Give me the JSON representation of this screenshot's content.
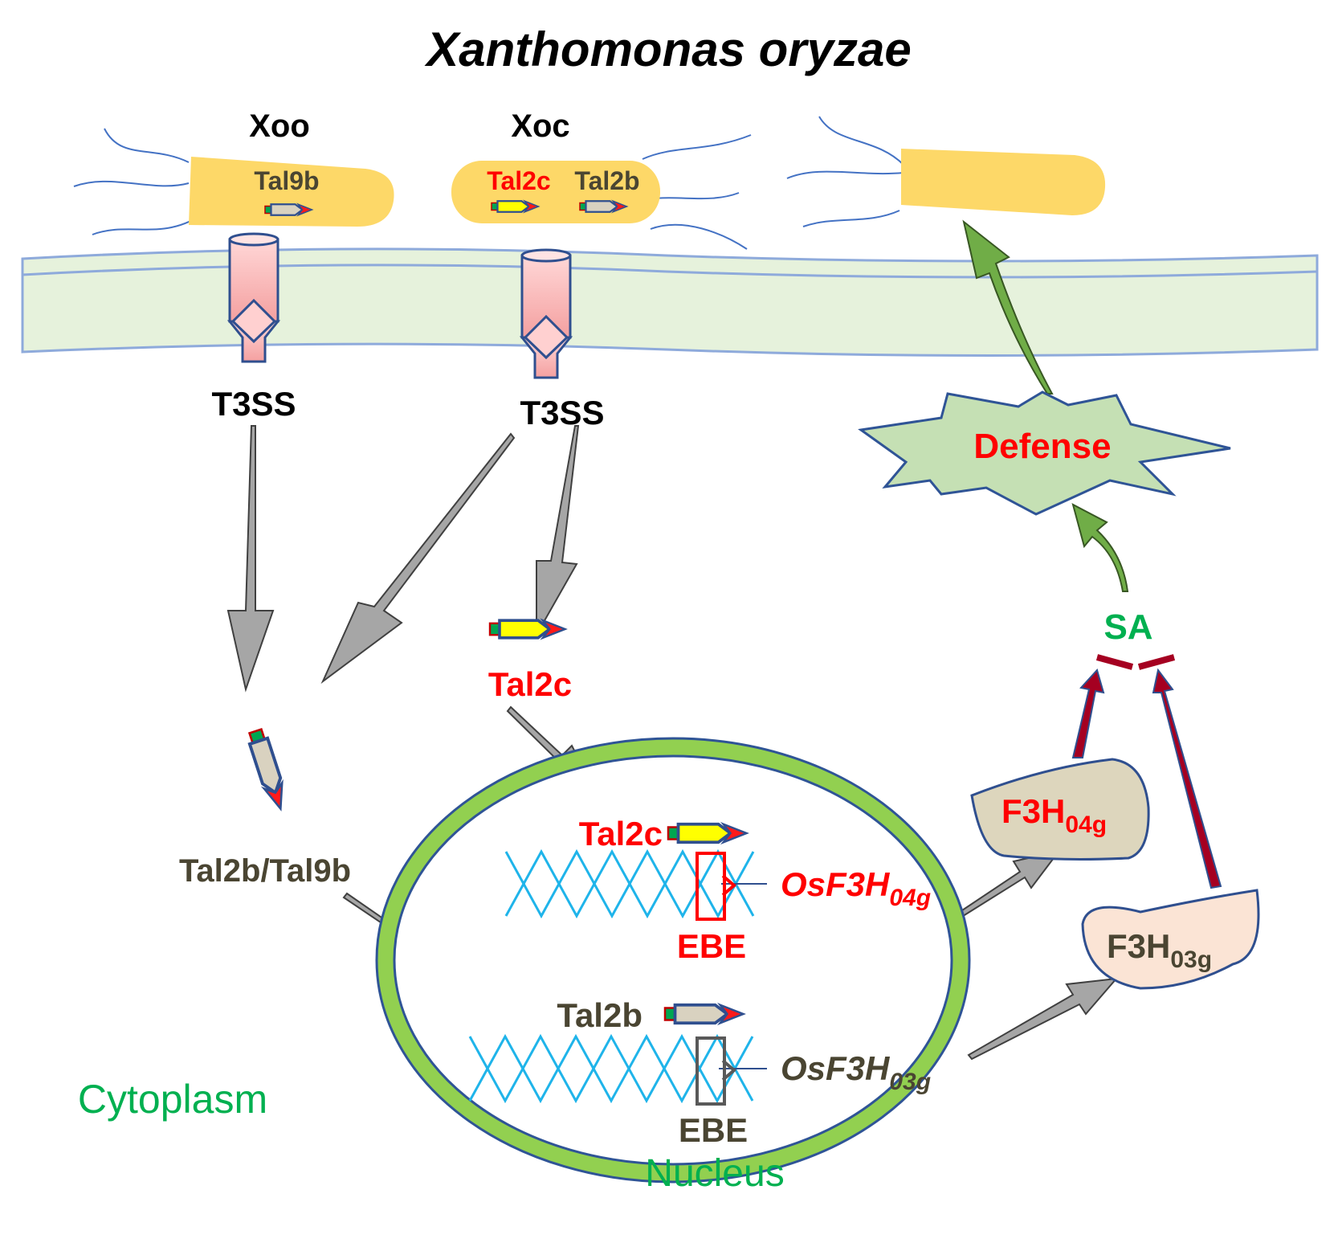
{
  "title": "Xanthomonas oryzae",
  "strains": {
    "xoo": "Xoo",
    "xoc": "Xoc"
  },
  "effectors": {
    "xoo_tal": "Tal9b",
    "xoc_tal_c": "Tal2c",
    "xoc_tal_b": "Tal2b"
  },
  "t3ss_left": "T3SS",
  "t3ss_right": "T3SS",
  "cytoplasm_effector_c": "Tal2c",
  "cytoplasm_effector_b": "Tal2b/Tal9b",
  "nucleus": {
    "label": "Nucleus",
    "tal_c": "Tal2c",
    "tal_b": "Tal2b",
    "ebe_top": "EBE",
    "ebe_bottom": "EBE",
    "gene_04_main": "OsF3H",
    "gene_04_sub": "04g",
    "gene_03_main": "OsF3H",
    "gene_03_sub": "03g"
  },
  "proteins": {
    "f3h04_main": "F3H",
    "f3h04_sub": "04g",
    "f3h03_main": "F3H",
    "f3h03_sub": "03g"
  },
  "sa": "SA",
  "defense": "Defense",
  "cytoplasm": "Cytoplasm",
  "colors": {
    "red": "#ff0000",
    "olive": "#4a4532",
    "green_text": "#00b050",
    "bacterium": "#fdd868",
    "membrane": "#e6f2dc",
    "nucleus_ring": "#92d050",
    "dna": "#1fb4ea",
    "arrow_gray": "#a6a6a6",
    "arrow_green": "#70ad47",
    "arrow_dark_red": "#a50021"
  }
}
